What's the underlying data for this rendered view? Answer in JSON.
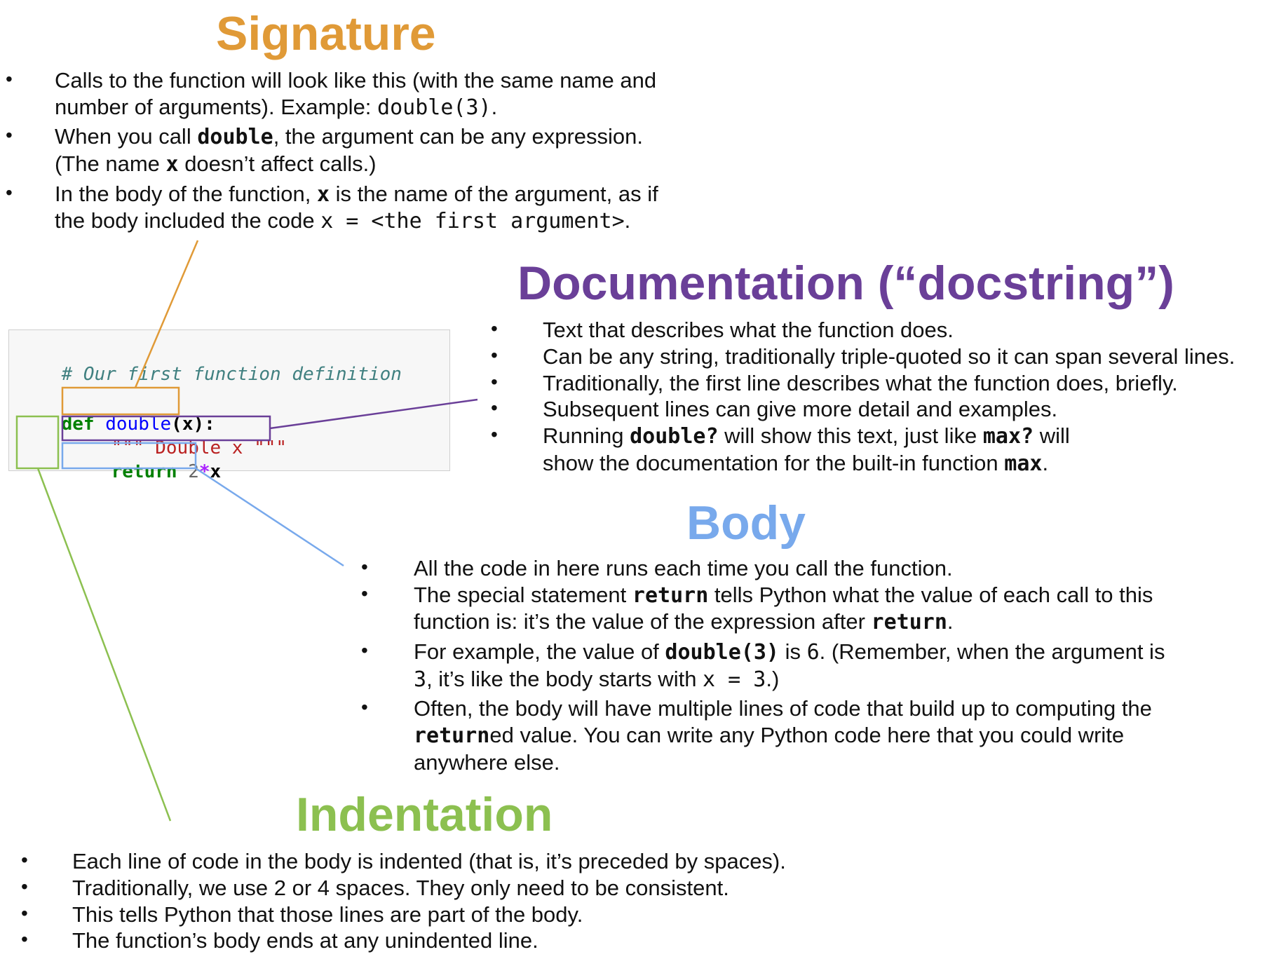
{
  "colors": {
    "signature": "#e09a37",
    "docstring": "#6a3f98",
    "body": "#78a9ec",
    "indentation": "#8cc050"
  },
  "code": {
    "comment": "# Our first function definition",
    "def_kw": "def",
    "fn_name": "double",
    "param_open": "(",
    "param": "x",
    "param_close": ")",
    "colon": ":",
    "docstring": "\"\"\" Double x \"\"\"",
    "return_kw": "return",
    "ret_num": "2",
    "ret_op": "*",
    "ret_var": "x"
  },
  "signature": {
    "heading": "Signature",
    "b1": {
      "t1": "Calls to the function will look like this (with the same name and number of arguments).  Example: ",
      "c1": "double(3)",
      "t2": "."
    },
    "b2": {
      "t1": "When you call ",
      "c1": "double",
      "t2": ", the argument can be any expression. (The name ",
      "c2": "x",
      "t3": " doesn’t affect calls.)"
    },
    "b3": {
      "t1": "In the body of the function, ",
      "c1": "x",
      "t2": " is the name of the argument, as if the body included the code ",
      "c2": "x = <the first argument>",
      "t3": "."
    }
  },
  "docstring": {
    "heading": "Documentation (“docstring”)",
    "b1": "Text that describes what the function does.",
    "b2": "Can be any string, traditionally triple-quoted so it can span several lines.",
    "b3": "Traditionally, the first line describes what the function does, briefly.",
    "b4": "Subsequent lines can give more detail and examples.",
    "b5": {
      "t1": "Running ",
      "c1": "double?",
      "t2": " will show this text, just like ",
      "c2": "max?",
      "t3": " will show the documentation for the built-in function ",
      "c3": "max",
      "t4": "."
    }
  },
  "body": {
    "heading": "Body",
    "b1": "All the code in here runs each time you call the function.",
    "b2": {
      "t1": "The special statement ",
      "c1": "return",
      "t2": " tells Python what the value of each call to this function is: it’s the value of the expression after ",
      "c2": "return",
      "t3": "."
    },
    "b3": {
      "t1": "For example, the value of ",
      "c1": "double(3)",
      "t2": " is ",
      "c2": "6",
      "t3": ".  (Remember, when the argument is ",
      "c3": "3",
      "t4": ", it’s like the body starts with ",
      "c4": "x = 3",
      "t5": ".)"
    },
    "b4": {
      "t1": "Often, the body will have multiple lines of code that build up to computing the ",
      "c1": "return",
      "t2": "ed value.  You can write any Python code here that you could write anywhere else."
    }
  },
  "indentation": {
    "heading": "Indentation",
    "b1": "Each line of code in the body is indented (that is, it’s preceded by spaces).",
    "b2": "Traditionally, we use 2 or 4 spaces.  They only need to be consistent.",
    "b3": "This tells Python that those lines are part of the body.",
    "b4": "The function’s body ends at any unindented line."
  },
  "bullet_glyph": "•"
}
